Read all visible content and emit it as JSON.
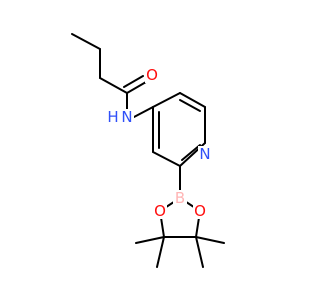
{
  "molecule": {
    "atoms": {
      "oxygen_carbonyl": "O",
      "nitrogen_amide": "N",
      "hydrogen_amide": "H",
      "nitrogen_pyridine": "N",
      "boron": "B",
      "oxygen_ring_left": "O",
      "oxygen_ring_right": "O"
    },
    "colors": {
      "bond": "#000000",
      "oxygen": "#ff0d0d",
      "nitrogen": "#3050f8",
      "boron": "#ffb5b5",
      "background": "#ffffff"
    }
  }
}
